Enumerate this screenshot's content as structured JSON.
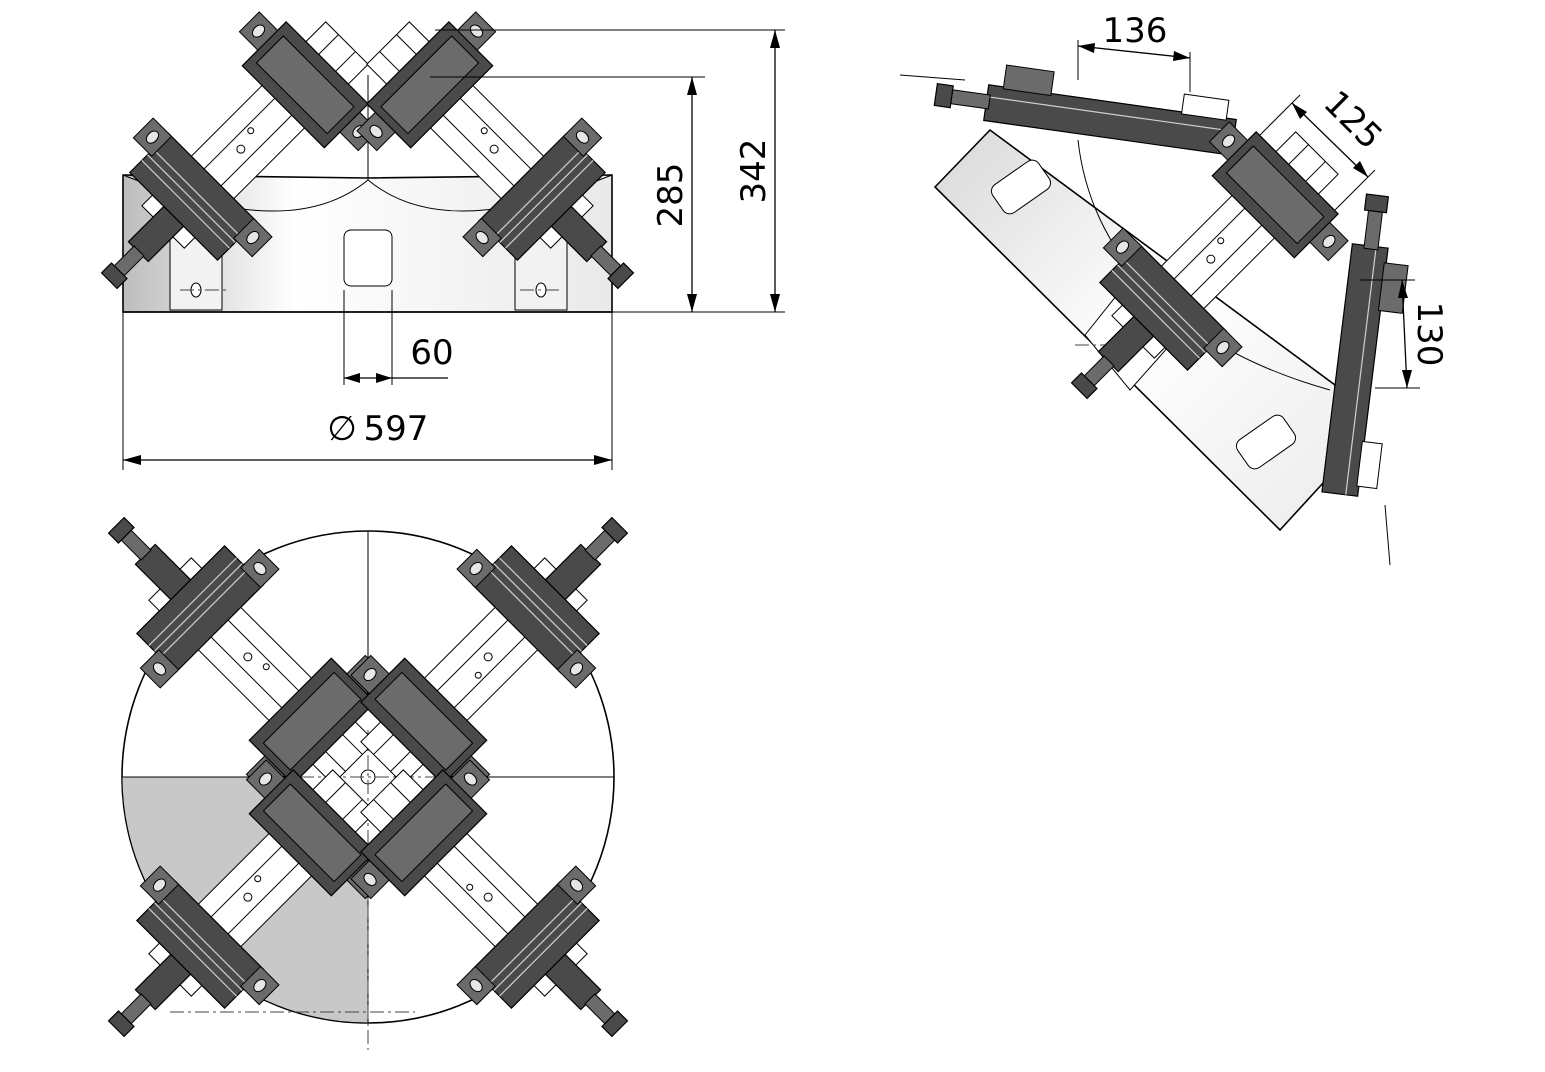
{
  "dimensions": {
    "diameter": {
      "symbol": "∅",
      "value": "597"
    },
    "slot_width": "60",
    "height_inner": "285",
    "height_total": "342",
    "jaw_open_top": "136",
    "jaw_width": "125",
    "jaw_open_side": "130"
  },
  "colors": {
    "outline": "#000000",
    "vise_body": "#4a4a4a",
    "vise_mid": "#6b6b6b",
    "shaded_quadrant": "#c8c8c8"
  }
}
